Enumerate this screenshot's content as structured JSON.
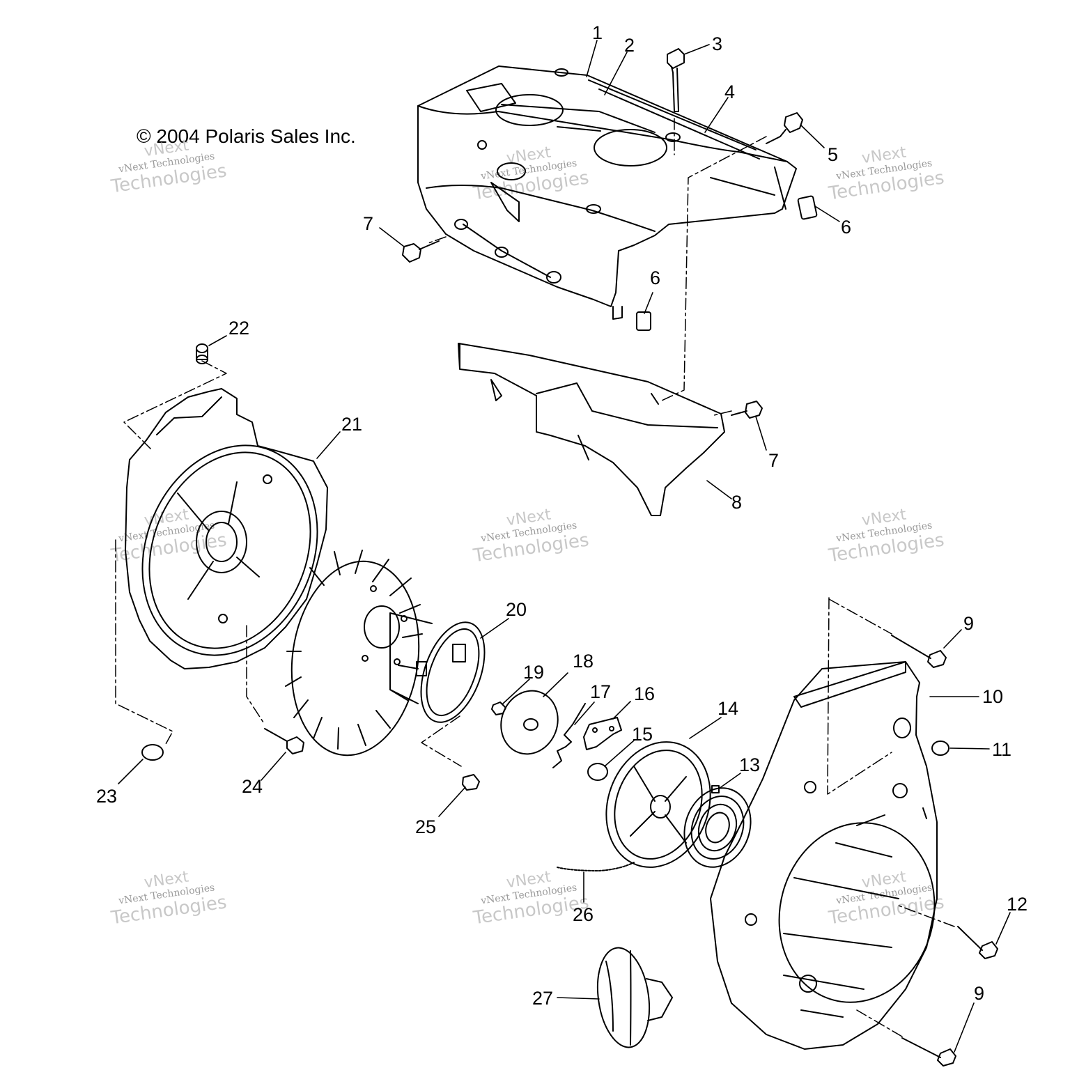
{
  "copyright": "© 2004 Polaris Sales Inc.",
  "watermark": {
    "line1": "vNext",
    "line2": "vNext Technologies",
    "line3": "Technologies"
  },
  "callouts": [
    "1",
    "2",
    "3",
    "4",
    "5",
    "6",
    "6",
    "7",
    "7",
    "8",
    "9",
    "9",
    "10",
    "11",
    "12",
    "13",
    "14",
    "15",
    "16",
    "17",
    "18",
    "19",
    "20",
    "21",
    "22",
    "23",
    "24",
    "25",
    "26",
    "27"
  ]
}
